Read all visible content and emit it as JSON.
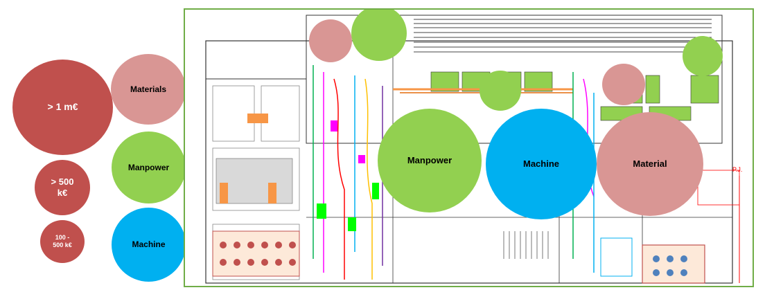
{
  "legend": {
    "cost": [
      {
        "label": "> 1 m€"
      },
      {
        "label": "> 500\nk€"
      },
      {
        "label": "100 -\n500 k€"
      }
    ],
    "type": [
      {
        "label": "Materials"
      },
      {
        "label": "Manpower"
      },
      {
        "label": "Machine"
      }
    ]
  },
  "map": {
    "labels": {
      "manpower": "Manpower",
      "machine": "Machine",
      "material": "Material",
      "pj": "P.J."
    }
  },
  "colors": {
    "cost": "#c0504d",
    "material": "#d99694",
    "manpower": "#92d050",
    "machine": "#00b0f0",
    "frame": "#70ad47"
  }
}
